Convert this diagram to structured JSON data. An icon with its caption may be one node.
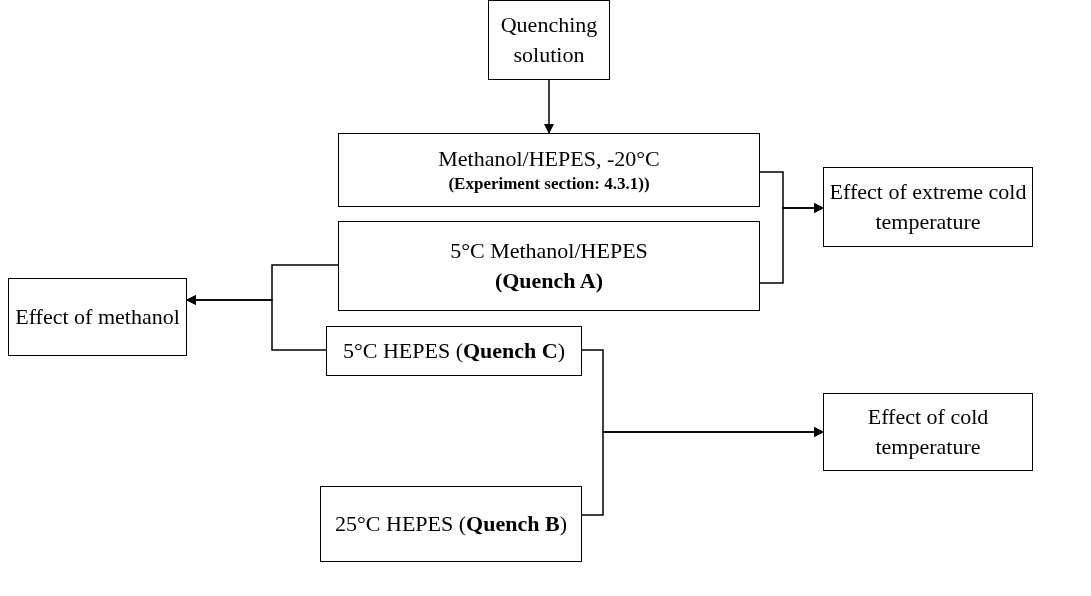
{
  "diagram": {
    "nodes": [
      {
        "text": [
          "Quenching solution"
        ]
      },
      {
        "text": [
          "Methanol/HEPES, -20°C",
          "(Experiment section: 4.3.1))"
        ]
      },
      {
        "text": [
          "Effect of extreme cold temperature"
        ]
      },
      {
        "text": [
          "5°C Methanol/HEPES",
          "(Quench A)"
        ]
      },
      {
        "text": [
          "Effect of methanol"
        ]
      },
      {
        "text": [
          "5°C HEPES (**Quench C**)"
        ]
      },
      {
        "text": [
          "Effect of cold temperature"
        ]
      },
      {
        "text": [
          "25°C HEPES (**Quench B**)"
        ]
      }
    ],
    "edges": [
      {
        "from": 0,
        "to": 1,
        "arrow": "to"
      },
      {
        "from": 1,
        "to": 2,
        "arrow": "to"
      },
      {
        "from": 3,
        "to": 2,
        "arrow": "to"
      },
      {
        "from": 3,
        "to": 4,
        "arrow": "to"
      },
      {
        "from": 5,
        "to": 4,
        "arrow": "to"
      },
      {
        "from": 5,
        "to": 6,
        "arrow": "to"
      },
      {
        "from": 7,
        "to": 6,
        "arrow": "to"
      }
    ]
  }
}
